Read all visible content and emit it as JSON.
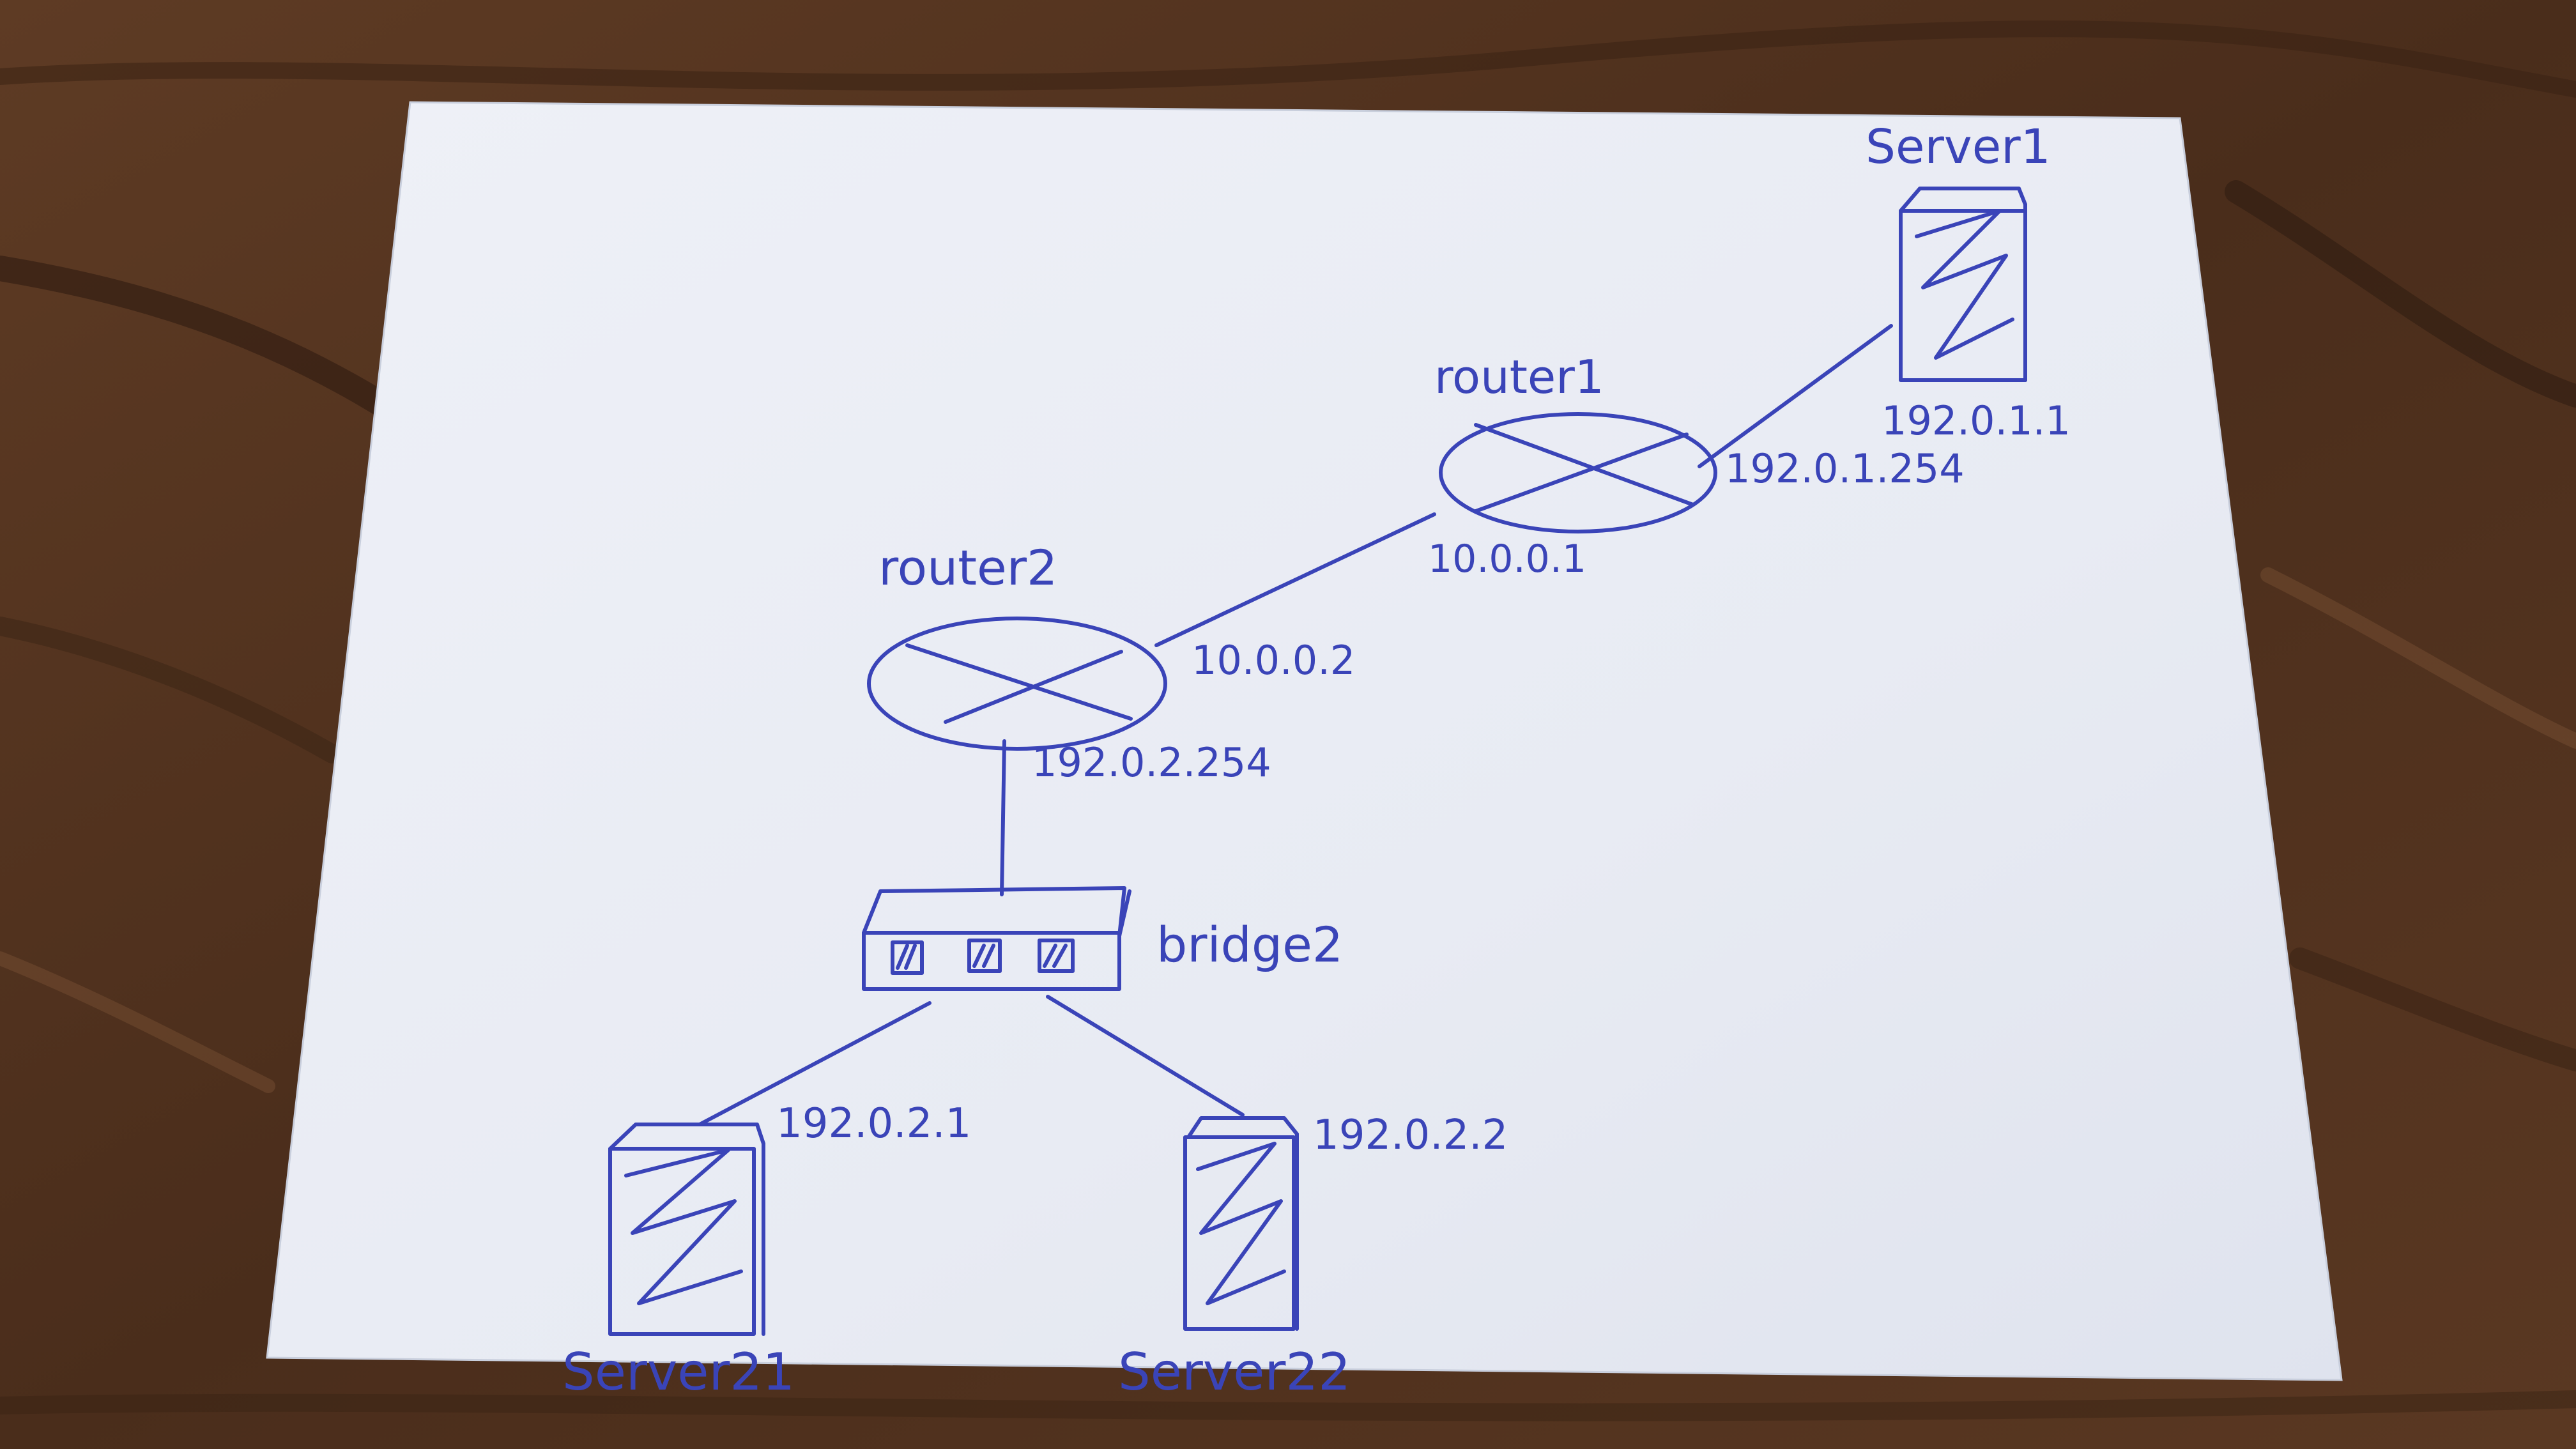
{
  "colors": {
    "ink": "#3a44b8",
    "paper": "#eceff6",
    "wood_dark": "#3b2416",
    "wood_mid": "#5a3a24",
    "wood_light": "#7a5136"
  },
  "nodes": {
    "server1": {
      "label": "Server1",
      "icon": "server-icon"
    },
    "router1": {
      "label": "router1",
      "icon": "router-icon"
    },
    "router2": {
      "label": "router2",
      "icon": "router-icon"
    },
    "bridge2": {
      "label": "bridge2",
      "icon": "switch-icon"
    },
    "server21": {
      "label": "Server21",
      "icon": "server-icon"
    },
    "server22": {
      "label": "Server22",
      "icon": "server-icon"
    }
  },
  "addresses": {
    "server1_ip": "192.0.1.1",
    "router1_lan_ip": "192.0.1.254",
    "router1_wan_ip": "10.0.0.1",
    "router2_wan_ip": "10.0.0.2",
    "router2_lan_ip": "192.0.2.254",
    "server21_ip": "192.0.2.1",
    "server22_ip": "192.0.2.2"
  }
}
